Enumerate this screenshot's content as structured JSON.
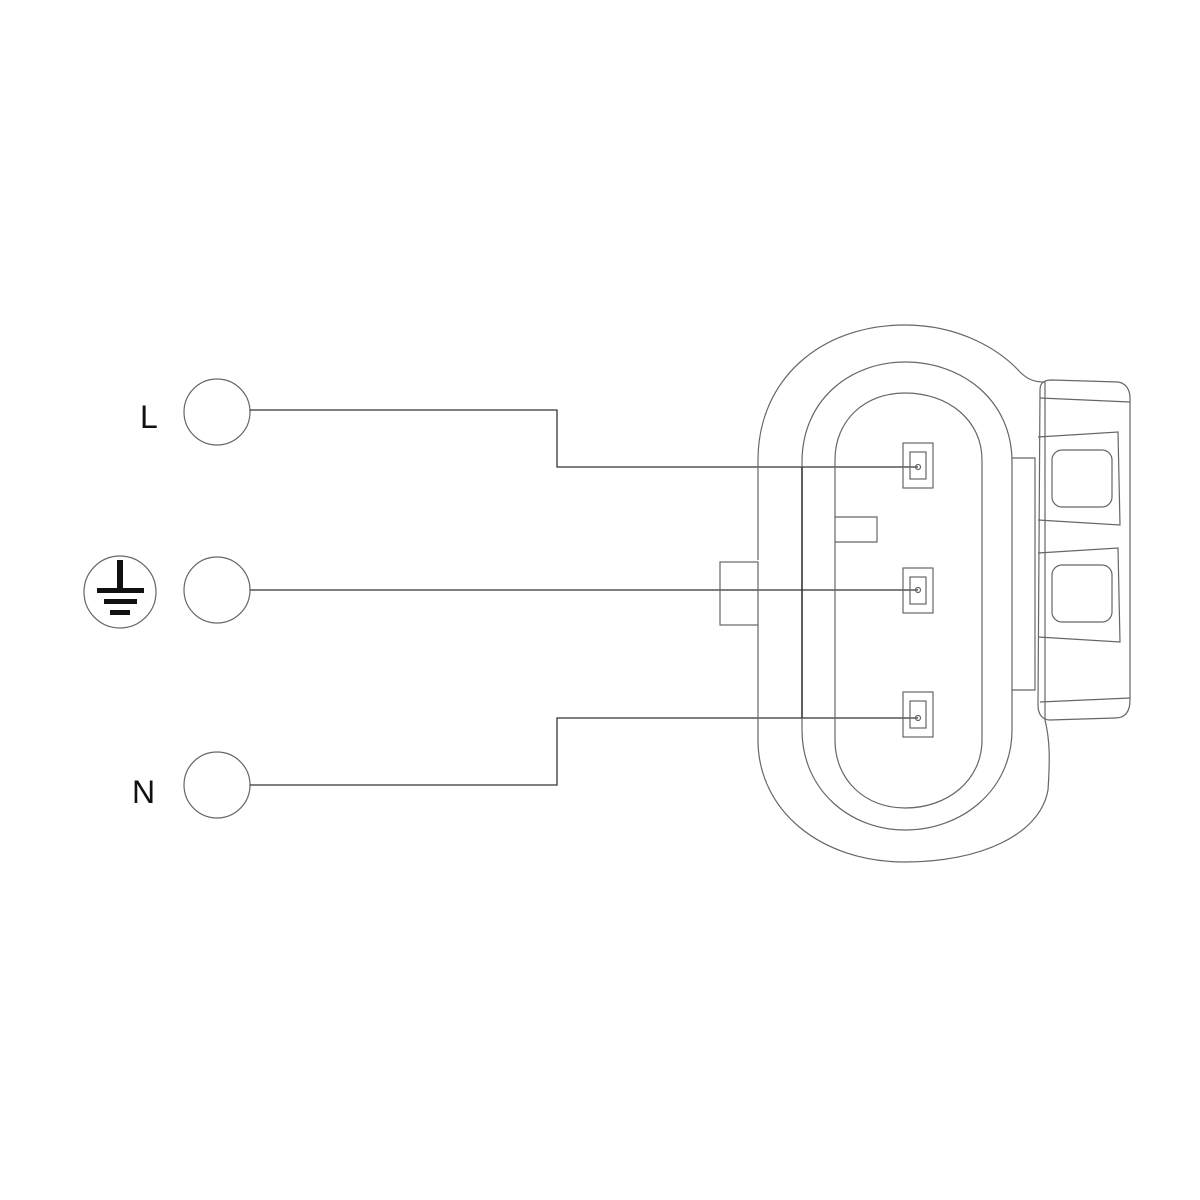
{
  "terminals": [
    {
      "label": "L",
      "name": "line"
    },
    {
      "label": "",
      "name": "earth",
      "icon": "ground-icon"
    },
    {
      "label": "N",
      "name": "neutral"
    }
  ],
  "colors": {
    "stroke": "#666666",
    "wire": "#333333",
    "ink": "#111111"
  }
}
